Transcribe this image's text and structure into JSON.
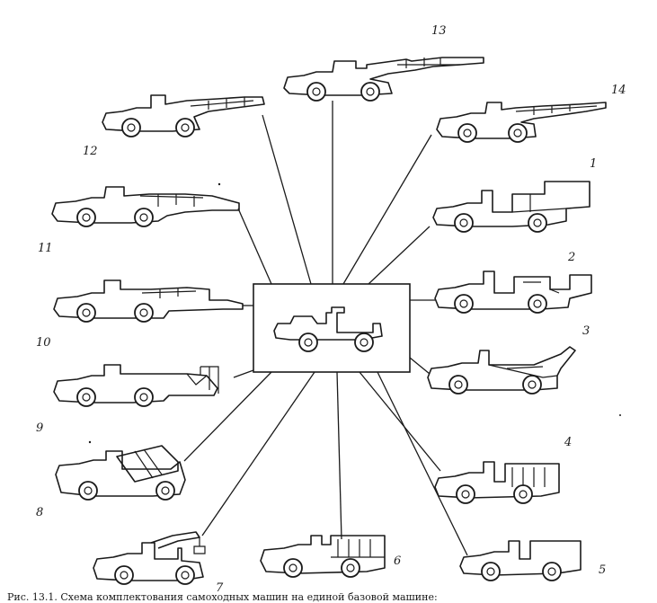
{
  "figure": {
    "caption": "Рис. 13.1. Схема комплектования самоходных машин на единой базовой машине:",
    "center_label": "",
    "colors": {
      "ink": "#1a1a1a",
      "background": "#ffffff"
    },
    "variants": [
      {
        "number": "1",
        "attachment": "bucket"
      },
      {
        "number": "2",
        "attachment": "bucket2"
      },
      {
        "number": "3",
        "attachment": "boom"
      },
      {
        "number": "4",
        "attachment": "tank"
      },
      {
        "number": "5",
        "attachment": "box"
      },
      {
        "number": "6",
        "attachment": "platform"
      },
      {
        "number": "7",
        "attachment": "crane"
      },
      {
        "number": "8",
        "attachment": "mixer"
      },
      {
        "number": "9",
        "attachment": "lift"
      },
      {
        "number": "10",
        "attachment": "drill"
      },
      {
        "number": "11",
        "attachment": "drill"
      },
      {
        "number": "12",
        "attachment": "drill"
      },
      {
        "number": "13",
        "attachment": "drill"
      },
      {
        "number": "14",
        "attachment": "drill"
      }
    ]
  }
}
